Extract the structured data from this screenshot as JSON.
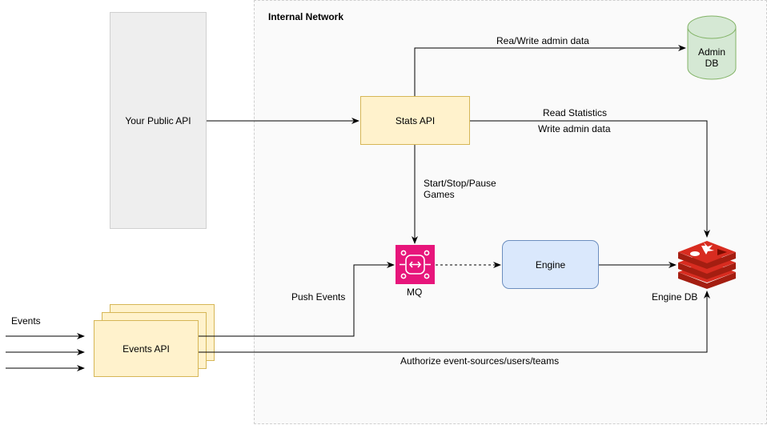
{
  "network": {
    "title": "Internal Network"
  },
  "nodes": {
    "public_api": "Your Public API",
    "stats_api": "Stats API",
    "admin_db": "Admin\nDB",
    "mq": "MQ",
    "engine": "Engine",
    "engine_db": "Engine DB",
    "events_api": "Events API"
  },
  "edges": {
    "rw_admin": "Rea/Write admin data",
    "read_stats": "Read Statistics",
    "write_admin": "Write admin data",
    "start_stop": "Start/Stop/Pause\nGames",
    "push_events": "Push Events",
    "authorize": "Authorize event-sources/users/teams",
    "events": "Events"
  },
  "colors": {
    "stats_fill": "#fff2cc",
    "stats_stroke": "#d6b656",
    "db_fill": "#d5e8d4",
    "db_stroke": "#82b366",
    "engine_fill": "#dae8fc",
    "engine_stroke": "#6c8ebf",
    "public_fill": "#eeeeee",
    "public_stroke": "#d0d0d0",
    "mq_fill": "#e7157b",
    "redis": "#d82c20"
  }
}
